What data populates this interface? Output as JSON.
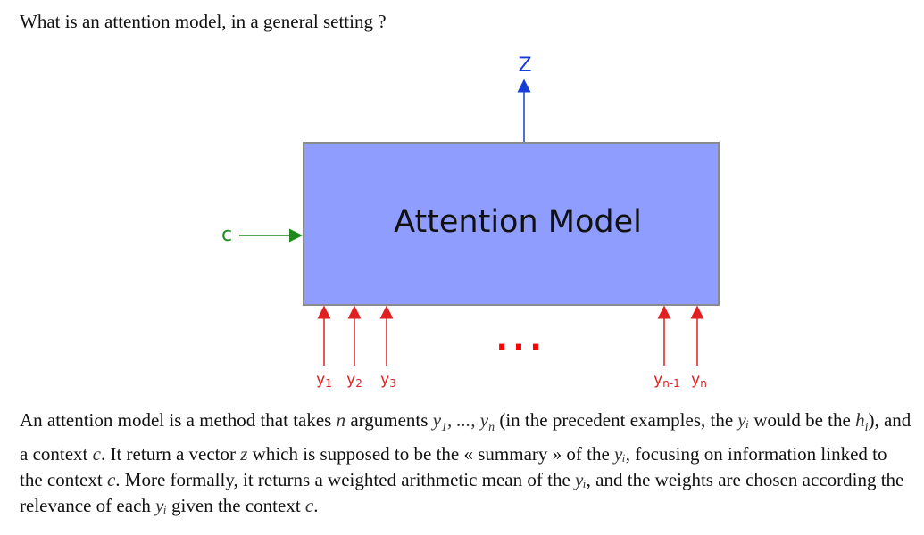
{
  "question": "What is an attention model, in a general setting ?",
  "diagram": {
    "box_label": "Attention Model",
    "output_label": "Z",
    "context_label": "c",
    "dots": "...",
    "inputs": [
      {
        "base": "y",
        "sub": "1"
      },
      {
        "base": "y",
        "sub": "2"
      },
      {
        "base": "y",
        "sub": "3"
      },
      {
        "base": "y",
        "sub": "n-1"
      },
      {
        "base": "y",
        "sub": "n"
      }
    ],
    "colors": {
      "box_fill": "#8f9dff",
      "box_stroke": "#8a8a8a",
      "output": "#1a3cd6",
      "context": "#1e8a1e",
      "inputs": "#e02020",
      "dots": "#ff0000"
    }
  },
  "paragraph": {
    "t1": "An attention model is a method that takes ",
    "n": "n",
    "t2": " arguments ",
    "y1": "y",
    "y1_sub": "1",
    "ellipsis": ", ..., ",
    "yn": "y",
    "yn_sub": "n",
    "t3": " (in the precedent examples, the ",
    "yi1": "yᵢ",
    "t4": " would be the ",
    "hi": "h",
    "hi_sub": "i",
    "t5": "), and a context ",
    "c1": "c",
    "t6": ". It return a vector ",
    "z": "z",
    "t7": " which is supposed to be the « summary » of the ",
    "yi2": "yᵢ",
    "t8": ", focusing on information linked to the context ",
    "c2": "c",
    "t9": ". More formally, it returns a weighted arithmetic mean of the ",
    "yi3": "yᵢ",
    "t10": ", and the weights are chosen according the relevance of each ",
    "yi4": "yᵢ",
    "t11": " given the context ",
    "c3": "c",
    "t12": "."
  }
}
